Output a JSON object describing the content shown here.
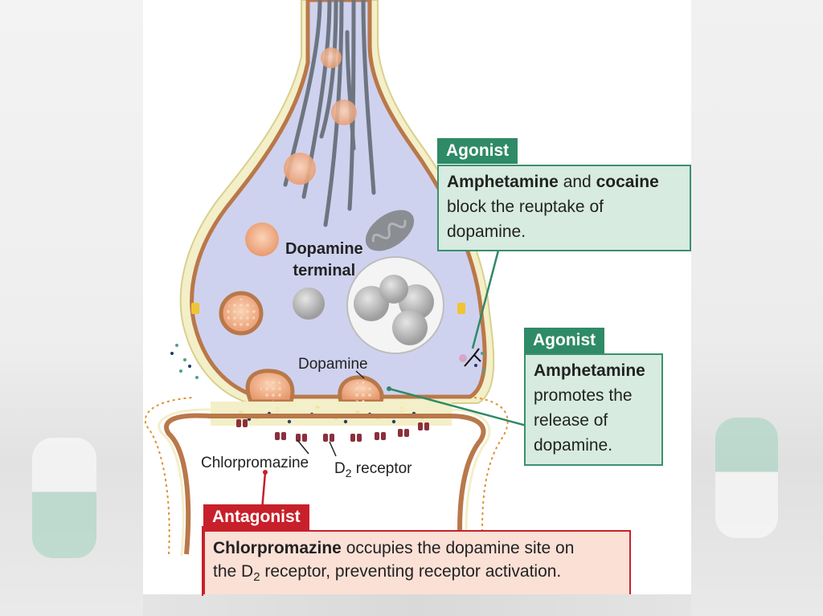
{
  "agonist_1": {
    "tag": "Agonist",
    "bold_1": "Amphetamine",
    "text_1": " and ",
    "bold_2": "cocaine",
    "text_2": "block the reuptake of dopamine."
  },
  "agonist_2": {
    "tag": "Agonist",
    "bold_1": "Amphetamine",
    "text_1": "promotes the release of dopamine."
  },
  "antagonist": {
    "tag": "Antagonist",
    "bold_1": "Chlorpromazine",
    "text_1": " occupies the dopamine site on",
    "text_2a": "the D",
    "text_2sub": "2",
    "text_2b": " receptor, preventing receptor activation."
  },
  "labels": {
    "dopamine_terminal_1": "Dopamine",
    "dopamine_terminal_2": "terminal",
    "dopamine": "Dopamine",
    "chlorpromazine": "Chlorpromazine",
    "d2_prefix": "D",
    "d2_sub": "2",
    "d2_suffix": " receptor"
  },
  "colors": {
    "agonist": "#2f8a67",
    "antagonist": "#c8202a"
  }
}
